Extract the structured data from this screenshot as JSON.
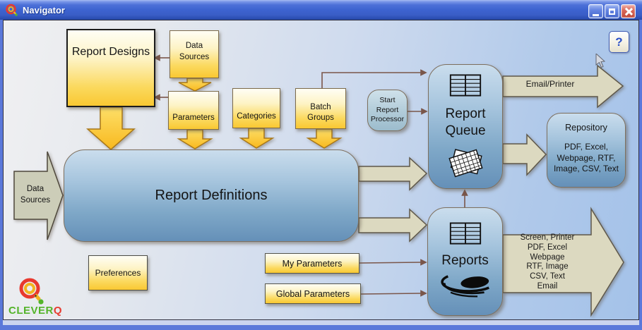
{
  "window": {
    "title": "Navigator",
    "help_label": "?"
  },
  "nodes": {
    "report_designs": "Report Designs",
    "data_sources_top": "Data\nSources",
    "parameters": "Parameters",
    "categories": "Categories",
    "batch_groups": "Batch\nGroups",
    "start_report_processor": "Start\nReport\nProcessor",
    "report_queue": "Report\nQueue",
    "report_definitions": "Report Definitions",
    "reports": "Reports",
    "preferences": "Preferences",
    "my_parameters": "My Parameters",
    "global_parameters": "Global Parameters",
    "data_sources_left": "Data\nSources",
    "repository_title": "Repository",
    "repository_formats": "PDF, Excel,\nWebpage, RTF,\nImage, CSV, Text"
  },
  "arrows": {
    "email_printer": "Email/Printer",
    "reports_output": "Screen, Printer\nPDF, Excel\nWebpage\nRTF, Image\nCSV, Text\nEmail"
  },
  "branding": {
    "clever": "CLEVER",
    "q": "Q"
  },
  "icons": {
    "titlebar": "cleverq-q-icon",
    "report_table": "table-grid-icon",
    "queue_stack": "stacked-reports-icon",
    "reports_swirl": "swoosh-disc-icon"
  },
  "colors": {
    "titlebar_blue": "#3d63d0",
    "box_yellow": "#f9c832",
    "box_blue": "#6590b8",
    "arrow_yellow": "#fbc435",
    "arrow_khaki": "#dcd9c0",
    "logo_green": "#54b42b",
    "logo_red": "#e63c30"
  }
}
